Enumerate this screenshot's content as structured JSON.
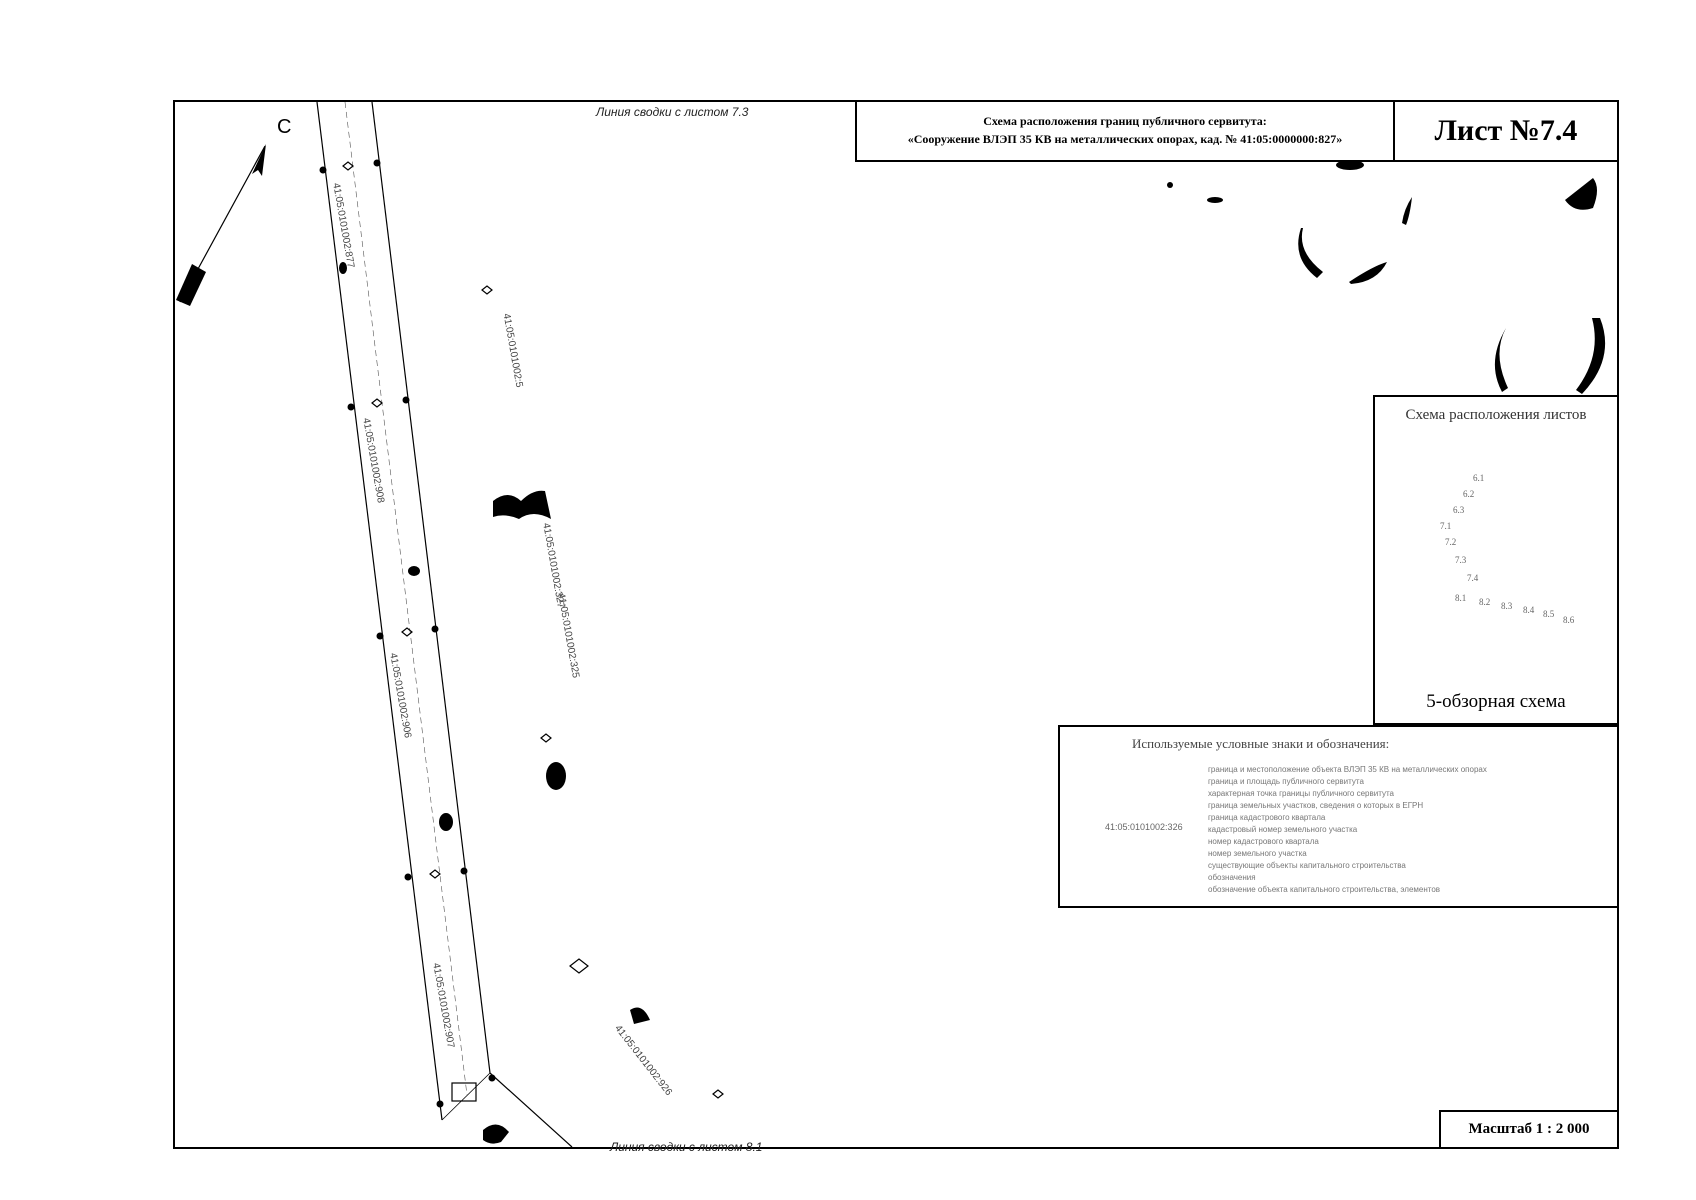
{
  "map": {
    "link_top": "Линия сводки с листом 7.3",
    "link_bottom": "Линия сводки с листом 8.1",
    "north_label": "С",
    "title_line1": "Схема расположения границ публичного сервитута:",
    "title_line2": "«Сооружение ВЛЭП 35 КВ на металлических опорах, кад. № 41:05:0000000:827»",
    "sheet_number": "Лист №7.4",
    "scale": "Масштаб 1 : 2 000",
    "overview": {
      "title": "Схема расположения листов",
      "caption": "5-обзорная схема",
      "labels": [
        "6.1",
        "6.2",
        "6.3",
        "7.1",
        "7.2",
        "7.3",
        "7.4",
        "8.1",
        "8.2",
        "8.3",
        "8.4",
        "8.5",
        "8.6"
      ]
    },
    "legend": {
      "title": "Используемые условные знаки и обозначения:",
      "cadastral_sample": "41:05:0101002:326",
      "rows": [
        "граница и местоположение объекта ВЛЭП 35 КВ на металлических опорах",
        "граница и площадь публичного сервитута",
        "характерная точка границы публичного сервитута",
        "граница земельных участков, сведения о которых в ЕГРН",
        "граница кадастрового квартала",
        "кадастровый номер земельного участка",
        "номер кадастрового квартала",
        "номер земельного участка",
        "существующие объекты капитального строительства",
        "обозначения",
        "обозначение объекта капитального строительства, элементов"
      ]
    },
    "parcel_numbers": [
      "41:05:0101002:877",
      "41:05:0101002:908",
      "41:05:0101002:906",
      "41:05:0101002:907",
      "41:05:0101002:325",
      "41:05:0101002:327",
      "41:05:0101002:926",
      "41:05:0101002:5"
    ]
  }
}
